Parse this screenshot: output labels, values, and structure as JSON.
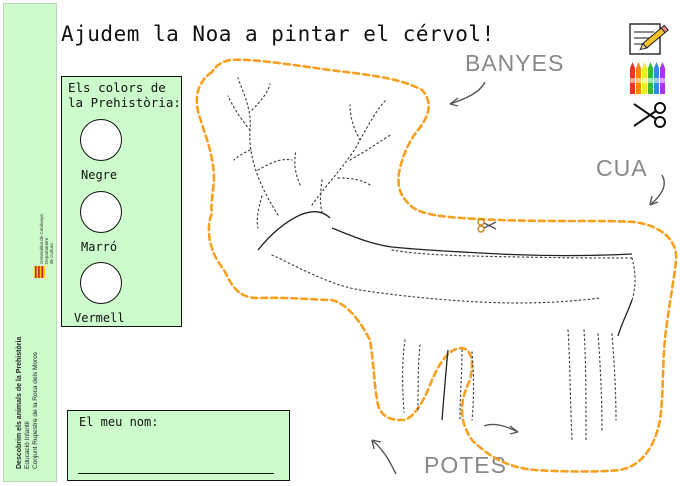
{
  "page": {
    "title": "Ajudem la Noa a pintar el cérvol!"
  },
  "sidebar": {
    "line1": "Descobrim els animals de la Prehistòria",
    "line2": "Educació Infantil",
    "line3": "Conjunt Rupestre de la Roca dels Moros",
    "institution_line1": "Generalitat de Catalunya",
    "institution_line2": "Departament",
    "institution_line3": "de Cultura"
  },
  "colors_panel": {
    "heading": "Els colors de la Prehistòria:",
    "swatches": [
      {
        "label": "Negre"
      },
      {
        "label": "Marró"
      },
      {
        "label": "Vermell"
      }
    ]
  },
  "name_box": {
    "label": "El meu nom:"
  },
  "labels": {
    "antlers": "BANYES",
    "tail": "CUA",
    "legs": "POTES"
  },
  "icons": {
    "pencil": "pencil-paper-icon",
    "crayons": "crayons-icon",
    "scissors": "scissors-icon"
  },
  "colors": {
    "panel_bg": "#ccfccc",
    "cut_line": "#f5a020"
  }
}
